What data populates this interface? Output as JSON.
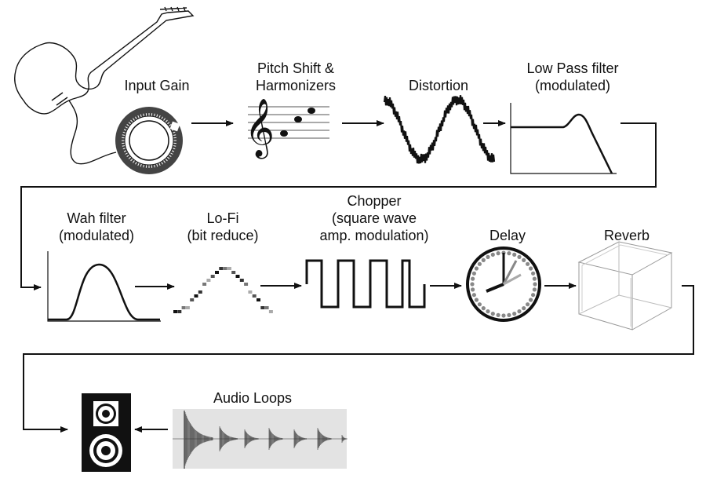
{
  "labels": {
    "input_gain": "Input Gain",
    "pitch_shift": "Pitch Shift &\nHarmonizers",
    "distortion": "Distortion",
    "low_pass": "Low Pass filter\n(modulated)",
    "wah": "Wah filter\n(modulated)",
    "lofi": "Lo-Fi\n(bit reduce)",
    "chopper": "Chopper\n(square wave\namp. modulation)",
    "delay": "Delay",
    "reverb": "Reverb",
    "audio_loops": "Audio Loops"
  },
  "icons": [
    "guitar-icon",
    "knob-icon",
    "music-staff-icon",
    "distorted-wave-icon",
    "lowpass-curve-icon",
    "bandpass-curve-icon",
    "bitcrush-wave-icon",
    "square-wave-icon",
    "clock-icon",
    "cube-icon",
    "speaker-icon",
    "waveform-icon"
  ]
}
